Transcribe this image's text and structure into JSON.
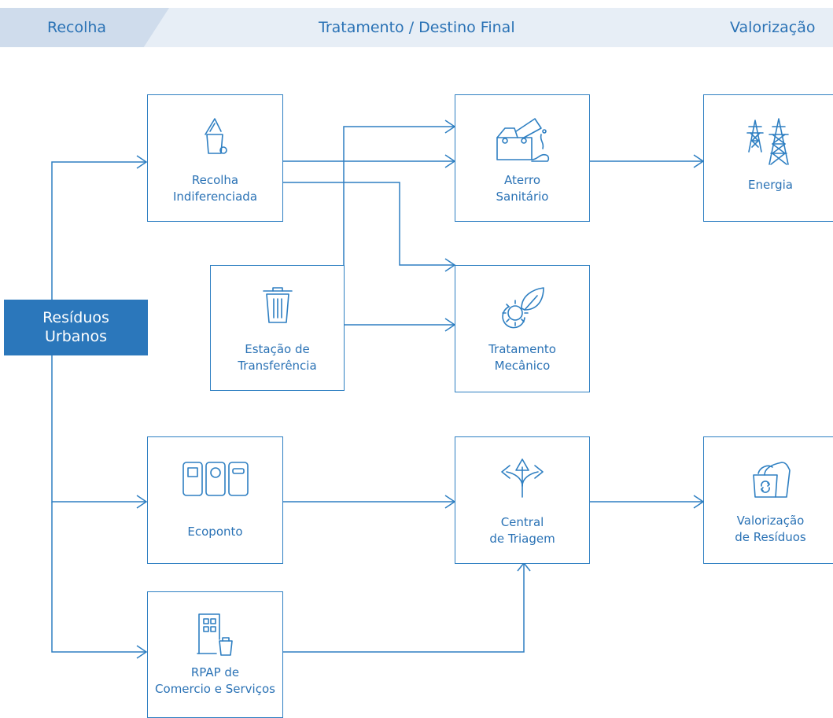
{
  "header": {
    "stage_collection": "Recolha",
    "stage_treatment": "Tratamento / Destino Final",
    "stage_valorization": "Valorização"
  },
  "nodes": {
    "source": {
      "line1": "Resíduos",
      "line2": "Urbanos"
    },
    "recolha": {
      "line1": "Recolha",
      "line2": "Indiferenciada",
      "icon": "trash-bin-icon"
    },
    "estacao": {
      "line1": "Estação de",
      "line2": "Transferência",
      "icon": "waste-basket-icon"
    },
    "ecoponto": {
      "line1": "Ecoponto",
      "icon": "recycling-bins-icon"
    },
    "rpap": {
      "line1": "RPAP de",
      "line2": "Comercio e Serviços",
      "icon": "building-bin-icon"
    },
    "aterro": {
      "line1": "Aterro",
      "line2": "Sanitário",
      "icon": "landfill-truck-icon"
    },
    "tratamento": {
      "line1": "Tratamento",
      "line2": "Mecânico",
      "icon": "gear-leaf-icon"
    },
    "triagem": {
      "line1": "Central",
      "line2": "de Triagem",
      "icon": "split-arrows-icon"
    },
    "energia": {
      "line1": "Energia",
      "icon": "power-pylon-icon"
    },
    "valorizacao": {
      "line1": "Valorização",
      "line2": "de Resíduos",
      "icon": "recycle-container-icon"
    }
  },
  "colors": {
    "accent": "#2e7fc2",
    "source_fill": "#2b77bb",
    "header_band": "#e7eef6",
    "header_band_left": "#cfdcec"
  }
}
